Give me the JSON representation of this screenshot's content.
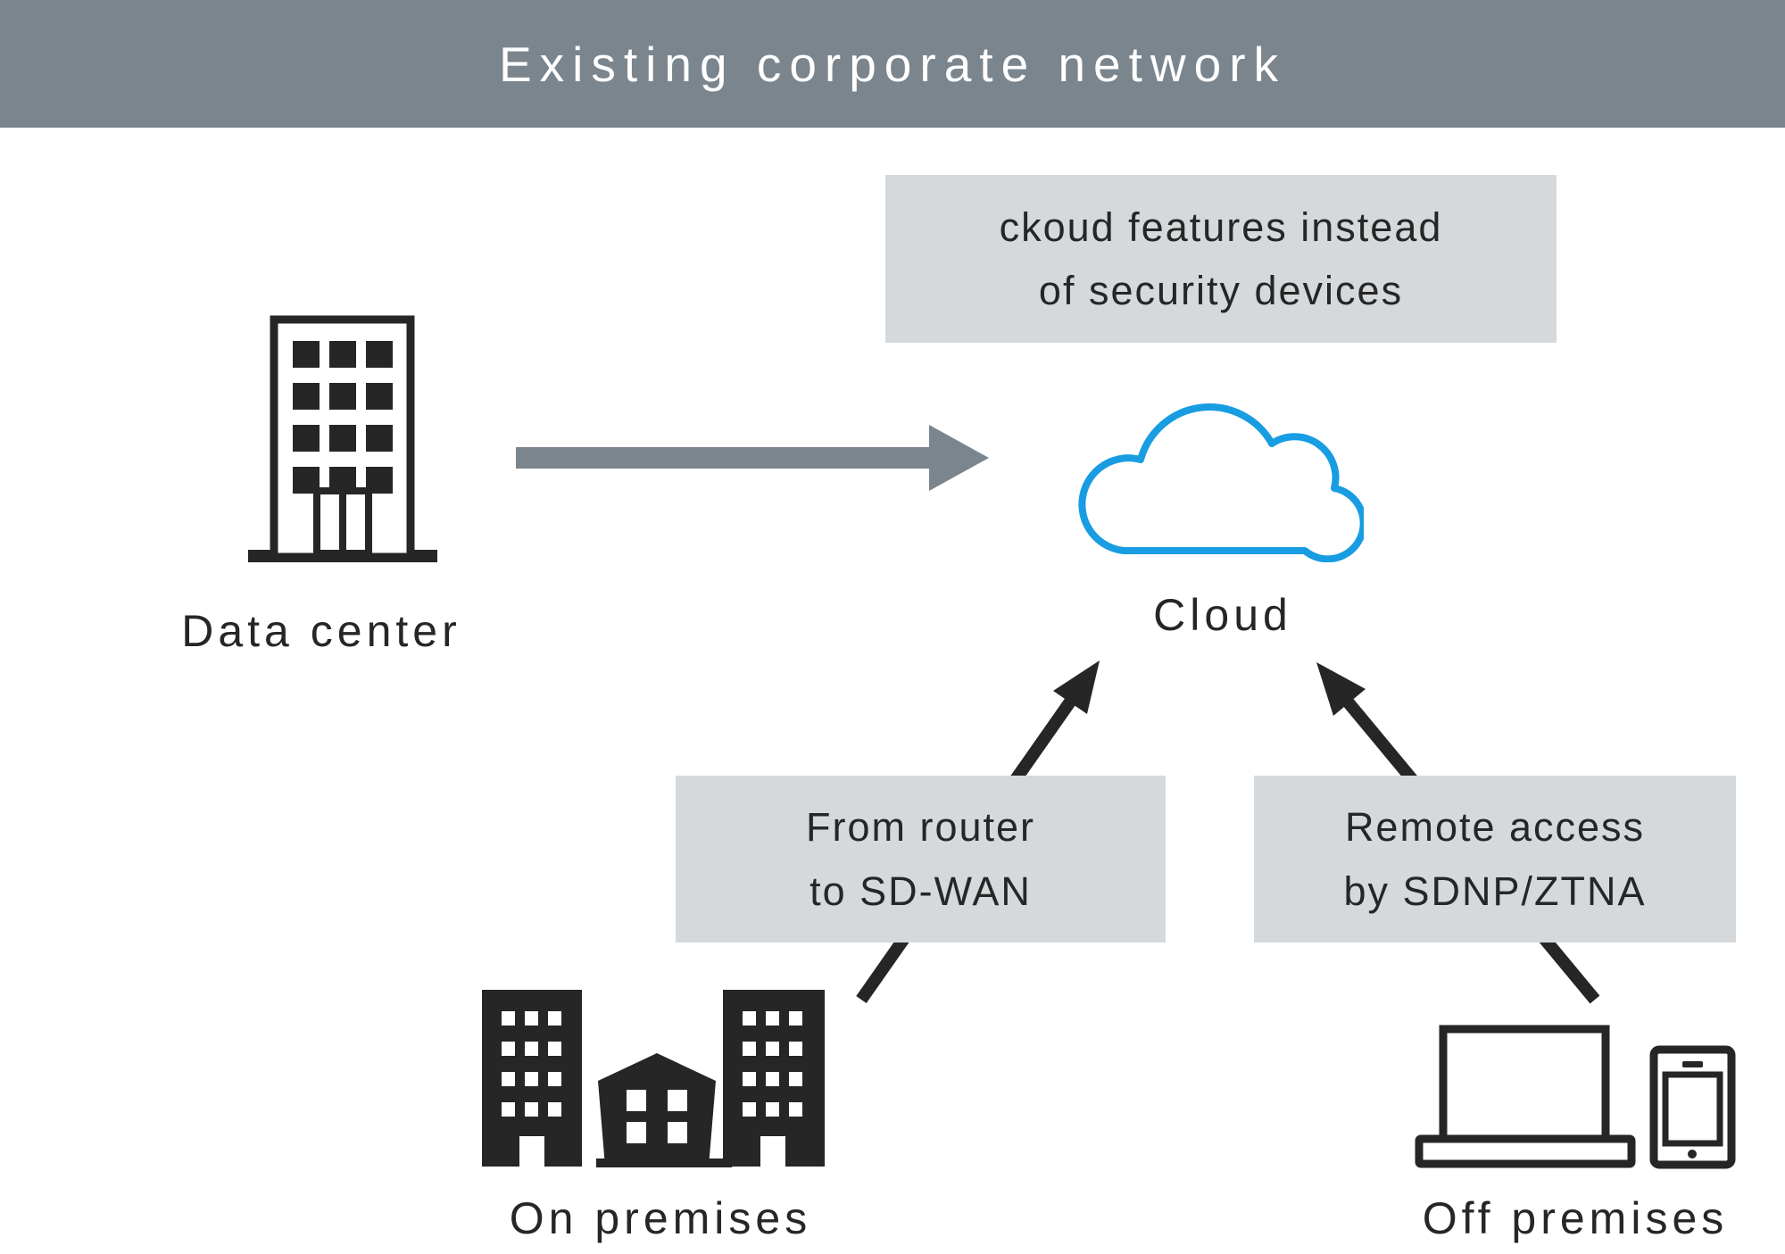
{
  "header": {
    "title": "Existing corporate network"
  },
  "callouts": {
    "cloud_features": {
      "line1": "ckoud features instead",
      "line2": "of security devices"
    },
    "sd_wan": {
      "line1": "From router",
      "line2": "to SD-WAN"
    },
    "remote_access": {
      "line1": "Remote access",
      "line2": "by SDNP/ZTNA"
    }
  },
  "nodes": {
    "data_center": {
      "label": "Data center"
    },
    "cloud": {
      "label": "Cloud"
    },
    "on_premises": {
      "label": "On premises"
    },
    "off_premises": {
      "label": "Off premises"
    }
  },
  "icons": {
    "data_center": "office-building-icon",
    "cloud": "cloud-icon",
    "on_premises": "city-buildings-icon",
    "off_premises": "laptop-icon + smartphone-icon",
    "flow_arrows": "arrow-right-icon, arrow-up-right-icon, arrow-up-left-icon"
  },
  "colors": {
    "banner_bg": "#7b858d",
    "callout_bg": "#d6d9db",
    "ink": "#262626",
    "cloud_blue": "#189ce2",
    "arrow_gray": "#7b858d",
    "page_bg": "#ffffff"
  }
}
